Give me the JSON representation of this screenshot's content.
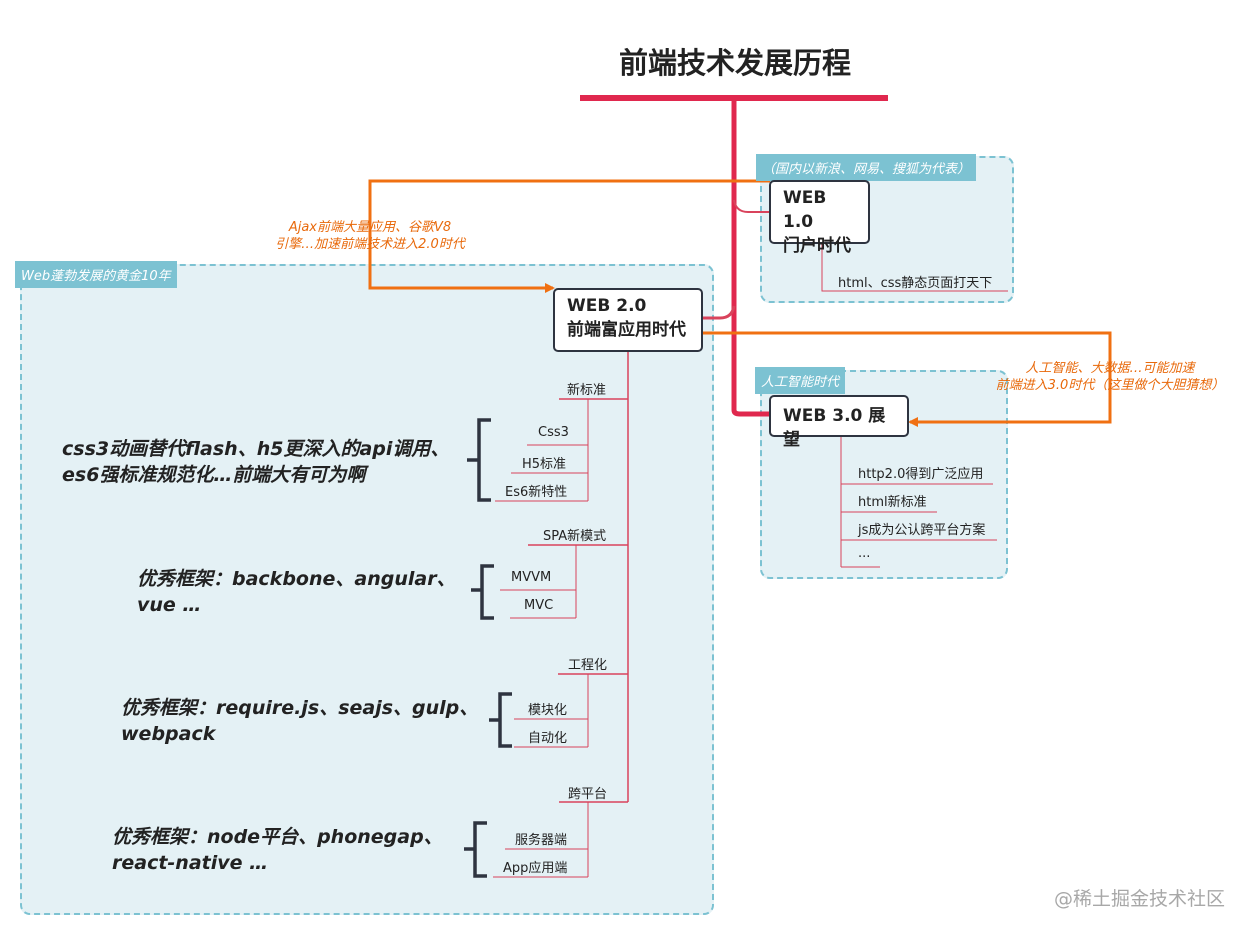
{
  "title": "前端技术发展历程",
  "regions": {
    "web1_region_label": "（国内以新浪、网易、搜狐为代表）",
    "web2_region_label": "Web蓬勃发展的黄金10年",
    "web3_region_label": "人工智能时代"
  },
  "web1": {
    "line1": "WEB 1.0",
    "line2": "门户时代",
    "children": [
      "html、css静态页面打天下"
    ]
  },
  "web2": {
    "line1": "WEB 2.0",
    "line2": "前端富应用时代",
    "groups": [
      {
        "label": "新标准",
        "children": [
          "Css3",
          "H5标准",
          "Es6新特性"
        ],
        "note": [
          "css3动画替代flash、h5更深入的api调用、",
          "es6强标准规范化…前端大有可为啊"
        ]
      },
      {
        "label": "SPA新模式",
        "children": [
          "MVVM",
          "MVC"
        ],
        "note": [
          "优秀框架：backbone、angular、",
          "vue …"
        ]
      },
      {
        "label": "工程化",
        "children": [
          "模块化",
          "自动化"
        ],
        "note": [
          "优秀框架：require.js、seajs、gulp、",
          "webpack"
        ]
      },
      {
        "label": "跨平台",
        "children": [
          "服务器端",
          "App应用端"
        ],
        "note": [
          "优秀框架：node平台、phonegap、",
          "react-native …"
        ]
      }
    ]
  },
  "web3": {
    "label": "WEB 3.0 展望",
    "children": [
      "http2.0得到广泛应用",
      "html新标准",
      "js成为公认跨平台方案",
      "..."
    ]
  },
  "arrows": {
    "web1_to_web2": [
      "Ajax前端大量应用、谷歌V8",
      "引擎…加速前端技术进入2.0时代"
    ],
    "web2_to_web3": [
      "人工智能、大数据…可能加速",
      "前端进入3.0时代（这里做个大胆猜想）"
    ]
  },
  "watermark": "@稀土掘金技术社区",
  "colors": {
    "trunk": "#e0284e",
    "branch": "#d9435c",
    "arrow": "#f07012",
    "region_fill": "#e4f1f5",
    "region_border": "#7cc2d2",
    "bracket": "#2e3440"
  }
}
